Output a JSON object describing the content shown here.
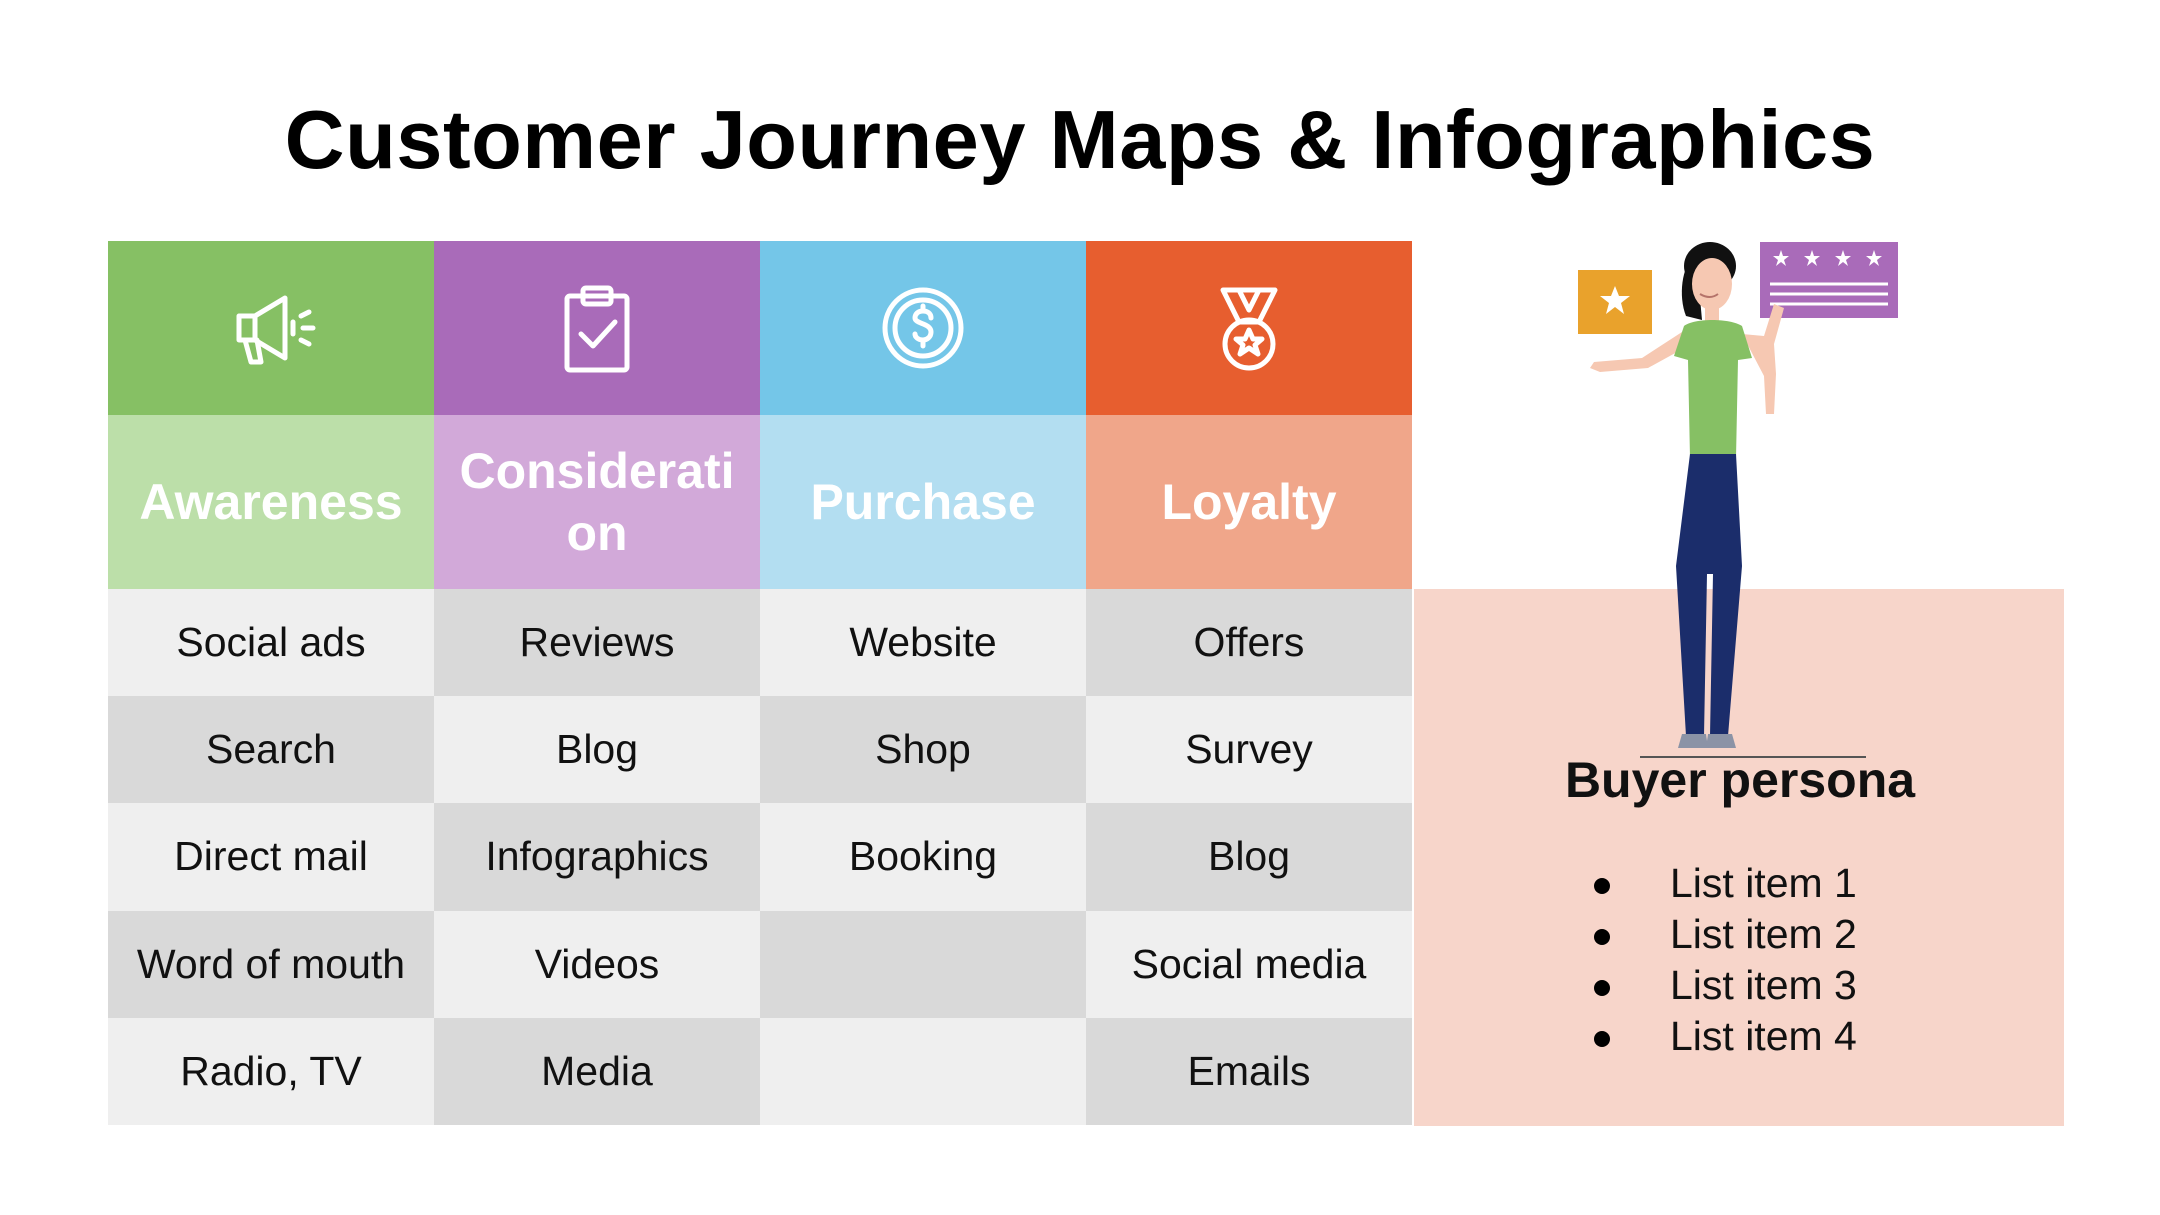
{
  "slide": {
    "title": "Customer Journey Maps & Infographics"
  },
  "stages": [
    {
      "name": "Awareness",
      "icon": "megaphone-icon",
      "icon_bg": "#86c064",
      "header_bg": "#bcdfa9",
      "items": [
        "Social ads",
        "Search",
        "Direct mail",
        "Word of mouth",
        "Radio, TV"
      ]
    },
    {
      "name": "Consideration",
      "icon": "clipboard-check-icon",
      "icon_bg": "#a96bb9",
      "header_bg": "#d2a9d9",
      "items": [
        "Reviews",
        "Blog",
        "Infographics",
        "Videos",
        "Media"
      ]
    },
    {
      "name": "Purchase",
      "icon": "dollar-coin-icon",
      "icon_bg": "#74c6e8",
      "header_bg": "#b3def1",
      "items": [
        "Website",
        "Shop",
        "Booking",
        "",
        ""
      ]
    },
    {
      "name": "Loyalty",
      "icon": "medal-icon",
      "icon_bg": "#e75e2f",
      "header_bg": "#f0a68a",
      "items": [
        "Offers",
        "Survey",
        "Blog",
        "Social media",
        "Emails"
      ]
    }
  ],
  "persona": {
    "title": "Buyer persona",
    "items": [
      "List item 1",
      "List item 2",
      "List item 3",
      "List item 4"
    ],
    "bg": "#f7d5ca"
  },
  "colors": {
    "row_light": "#efefef",
    "row_dark": "#d9d9d9",
    "star_badge": "#e9a22c",
    "review_card": "#a96bb9",
    "shirt": "#86c064",
    "pants": "#1b2d6b"
  }
}
